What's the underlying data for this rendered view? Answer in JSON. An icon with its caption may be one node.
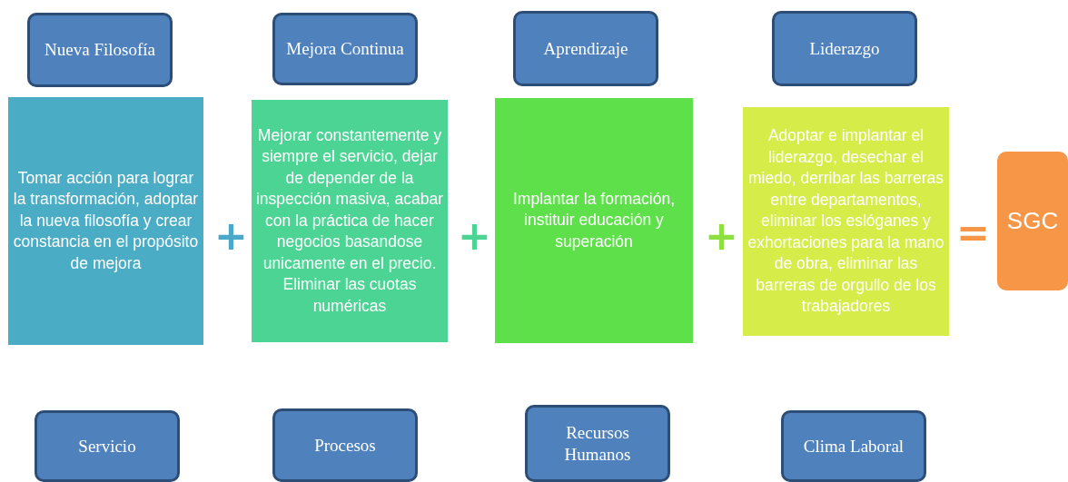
{
  "diagram": {
    "nodes": [
      {
        "text": [
          "Nueva Filosofía"
        ]
      },
      {
        "text": [
          "Mejora Continua"
        ]
      },
      {
        "text": [
          "Aprendizaje"
        ]
      },
      {
        "text": [
          "Liderazgo"
        ]
      },
      {
        "text": [
          "Tomar acción para lograr la transformación, adoptar la nueva filosofía y crear constancia en el propósito de mejora"
        ]
      },
      {
        "text": [
          "Mejorar constantemente  y siempre el servicio, dejar de depender de la inspección masiva, acabar con la práctica de hacer negocios basandose unicamente en el precio. Eliminar las cuotas numéricas"
        ]
      },
      {
        "text": [
          "Implantar la formación, instituir educación y superación"
        ]
      },
      {
        "text": [
          "Adoptar e implantar el liderazgo, desechar el miedo, derribar las barreras entre departamentos, eliminar los eslóganes y exhortaciones para la mano de obra, eliminar las barreras de orgullo de los trabajadores"
        ]
      },
      {
        "text": [
          "SGC"
        ]
      },
      {
        "text": [
          "Servicio"
        ]
      },
      {
        "text": [
          "Procesos"
        ]
      },
      {
        "text": [
          "Recursos Humanos"
        ]
      },
      {
        "text": [
          "Clima Laboral"
        ]
      }
    ],
    "labels": [
      "+",
      "+",
      "+",
      "="
    ]
  }
}
